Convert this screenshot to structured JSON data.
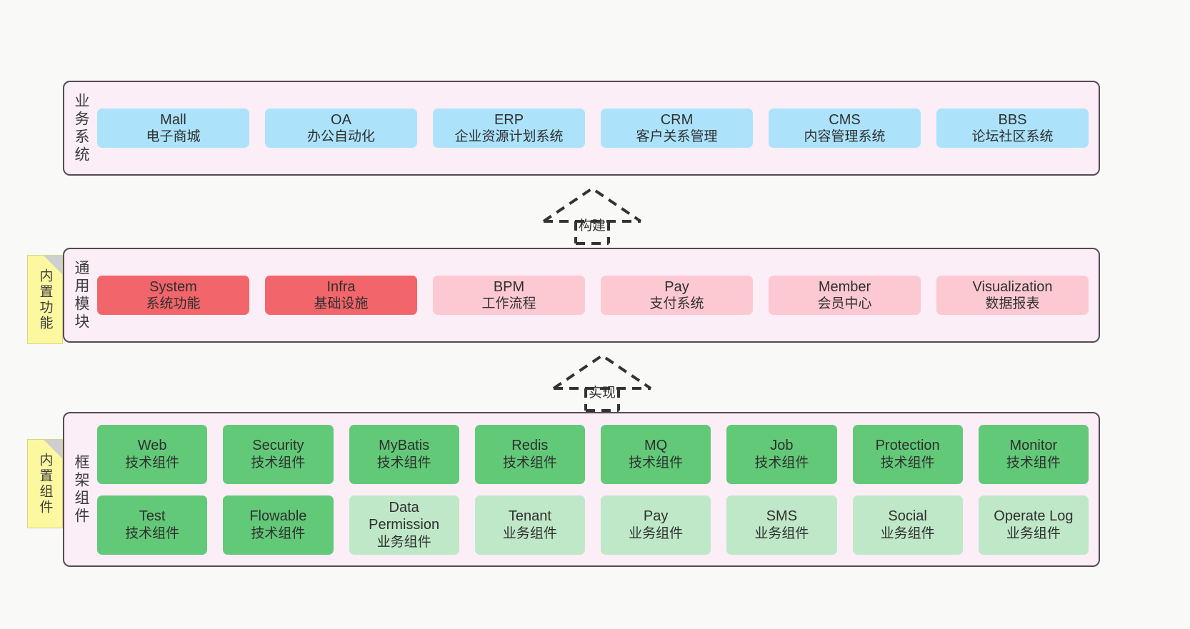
{
  "diagram": {
    "background_color": "#f9f9f7",
    "layer_fill": "#fbeef6",
    "layer_border": "#544a53"
  },
  "layers": [
    {
      "id": "business-systems",
      "title": "业务系统",
      "rows": [
        [
          {
            "name": "Mall",
            "desc": "电子商城",
            "color": "#ace3fb",
            "style": "blue"
          },
          {
            "name": "OA",
            "desc": "办公自动化",
            "color": "#ace3fb",
            "style": "blue"
          },
          {
            "name": "ERP",
            "desc": "企业资源计划系统",
            "color": "#ace3fb",
            "style": "blue"
          },
          {
            "name": "CRM",
            "desc": "客户关系管理",
            "color": "#ace3fb",
            "style": "blue"
          },
          {
            "name": "CMS",
            "desc": "内容管理系统",
            "color": "#ace3fb",
            "style": "blue"
          },
          {
            "name": "BBS",
            "desc": "论坛社区系统",
            "color": "#ace3fb",
            "style": "blue"
          }
        ]
      ]
    },
    {
      "id": "common-modules",
      "title": "通用模块",
      "note": "内置功能",
      "rows": [
        [
          {
            "name": "System",
            "desc": "系统功能",
            "color": "#f2656a",
            "style": "red"
          },
          {
            "name": "Infra",
            "desc": "基础设施",
            "color": "#f2656a",
            "style": "red"
          },
          {
            "name": "BPM",
            "desc": "工作流程",
            "color": "#fcc9d2",
            "style": "pink"
          },
          {
            "name": "Pay",
            "desc": "支付系统",
            "color": "#fcc9d2",
            "style": "pink"
          },
          {
            "name": "Member",
            "desc": "会员中心",
            "color": "#fcc9d2",
            "style": "pink"
          },
          {
            "name": "Visualization",
            "desc": "数据报表",
            "color": "#fcc9d2",
            "style": "pink"
          }
        ]
      ]
    },
    {
      "id": "framework-components",
      "title": "框架组件",
      "note": "内置组件",
      "rows": [
        [
          {
            "name": "Web",
            "desc": "技术组件",
            "color": "#62c978",
            "style": "green"
          },
          {
            "name": "Security",
            "desc": "技术组件",
            "color": "#62c978",
            "style": "green"
          },
          {
            "name": "MyBatis",
            "desc": "技术组件",
            "color": "#62c978",
            "style": "green"
          },
          {
            "name": "Redis",
            "desc": "技术组件",
            "color": "#62c978",
            "style": "green"
          },
          {
            "name": "MQ",
            "desc": "技术组件",
            "color": "#62c978",
            "style": "green"
          },
          {
            "name": "Job",
            "desc": "技术组件",
            "color": "#62c978",
            "style": "green"
          },
          {
            "name": "Protection",
            "desc": "技术组件",
            "color": "#62c978",
            "style": "green"
          },
          {
            "name": "Monitor",
            "desc": "技术组件",
            "color": "#62c978",
            "style": "green"
          }
        ],
        [
          {
            "name": "Test",
            "desc": "技术组件",
            "color": "#62c978",
            "style": "green"
          },
          {
            "name": "Flowable",
            "desc": "技术组件",
            "color": "#62c978",
            "style": "green"
          },
          {
            "name": "Data Permission",
            "desc": "业务组件",
            "color": "#bfe8c8",
            "style": "lgreen"
          },
          {
            "name": "Tenant",
            "desc": "业务组件",
            "color": "#bfe8c8",
            "style": "lgreen"
          },
          {
            "name": "Pay",
            "desc": "业务组件",
            "color": "#bfe8c8",
            "style": "lgreen"
          },
          {
            "name": "SMS",
            "desc": "业务组件",
            "color": "#bfe8c8",
            "style": "lgreen"
          },
          {
            "name": "Social",
            "desc": "业务组件",
            "color": "#bfe8c8",
            "style": "lgreen"
          },
          {
            "name": "Operate Log",
            "desc": "业务组件",
            "color": "#bfe8c8",
            "style": "lgreen"
          }
        ]
      ]
    }
  ],
  "connectors": [
    {
      "id": "build",
      "label": "构建",
      "from": "common-modules",
      "to": "business-systems"
    },
    {
      "id": "implement",
      "label": "实现",
      "from": "framework-components",
      "to": "common-modules"
    }
  ]
}
